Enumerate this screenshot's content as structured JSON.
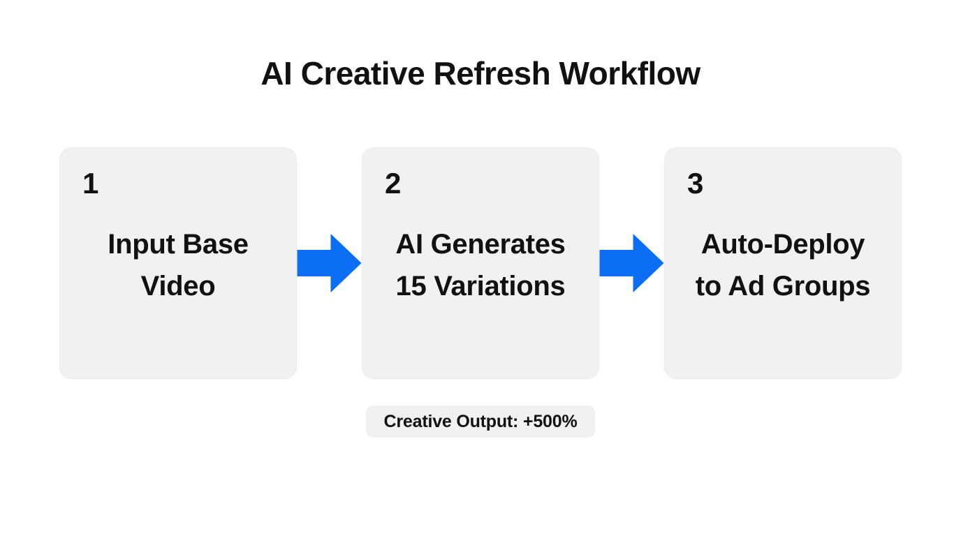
{
  "title": "AI Creative Refresh Workflow",
  "steps": [
    {
      "number": "1",
      "label": "Input Base Video",
      "label_line_1": "Input Base",
      "label_line_2": "Video"
    },
    {
      "number": "2",
      "label": "AI Generates 15 Variations",
      "label_line_1": "AI Generates",
      "label_line_2": "15 Variations"
    },
    {
      "number": "3",
      "label": "Auto-Deploy to Ad Groups",
      "label_line_1": "Auto-Deploy",
      "label_line_2": "to Ad Groups"
    }
  ],
  "badge": {
    "label": "Creative Output: +500%"
  },
  "colors": {
    "background": "#ffffff",
    "card_background": "#f1f1f4",
    "arrow_blue": "#0b6ef5",
    "text": "#111111",
    "badge_background": "#f1f1f4"
  }
}
